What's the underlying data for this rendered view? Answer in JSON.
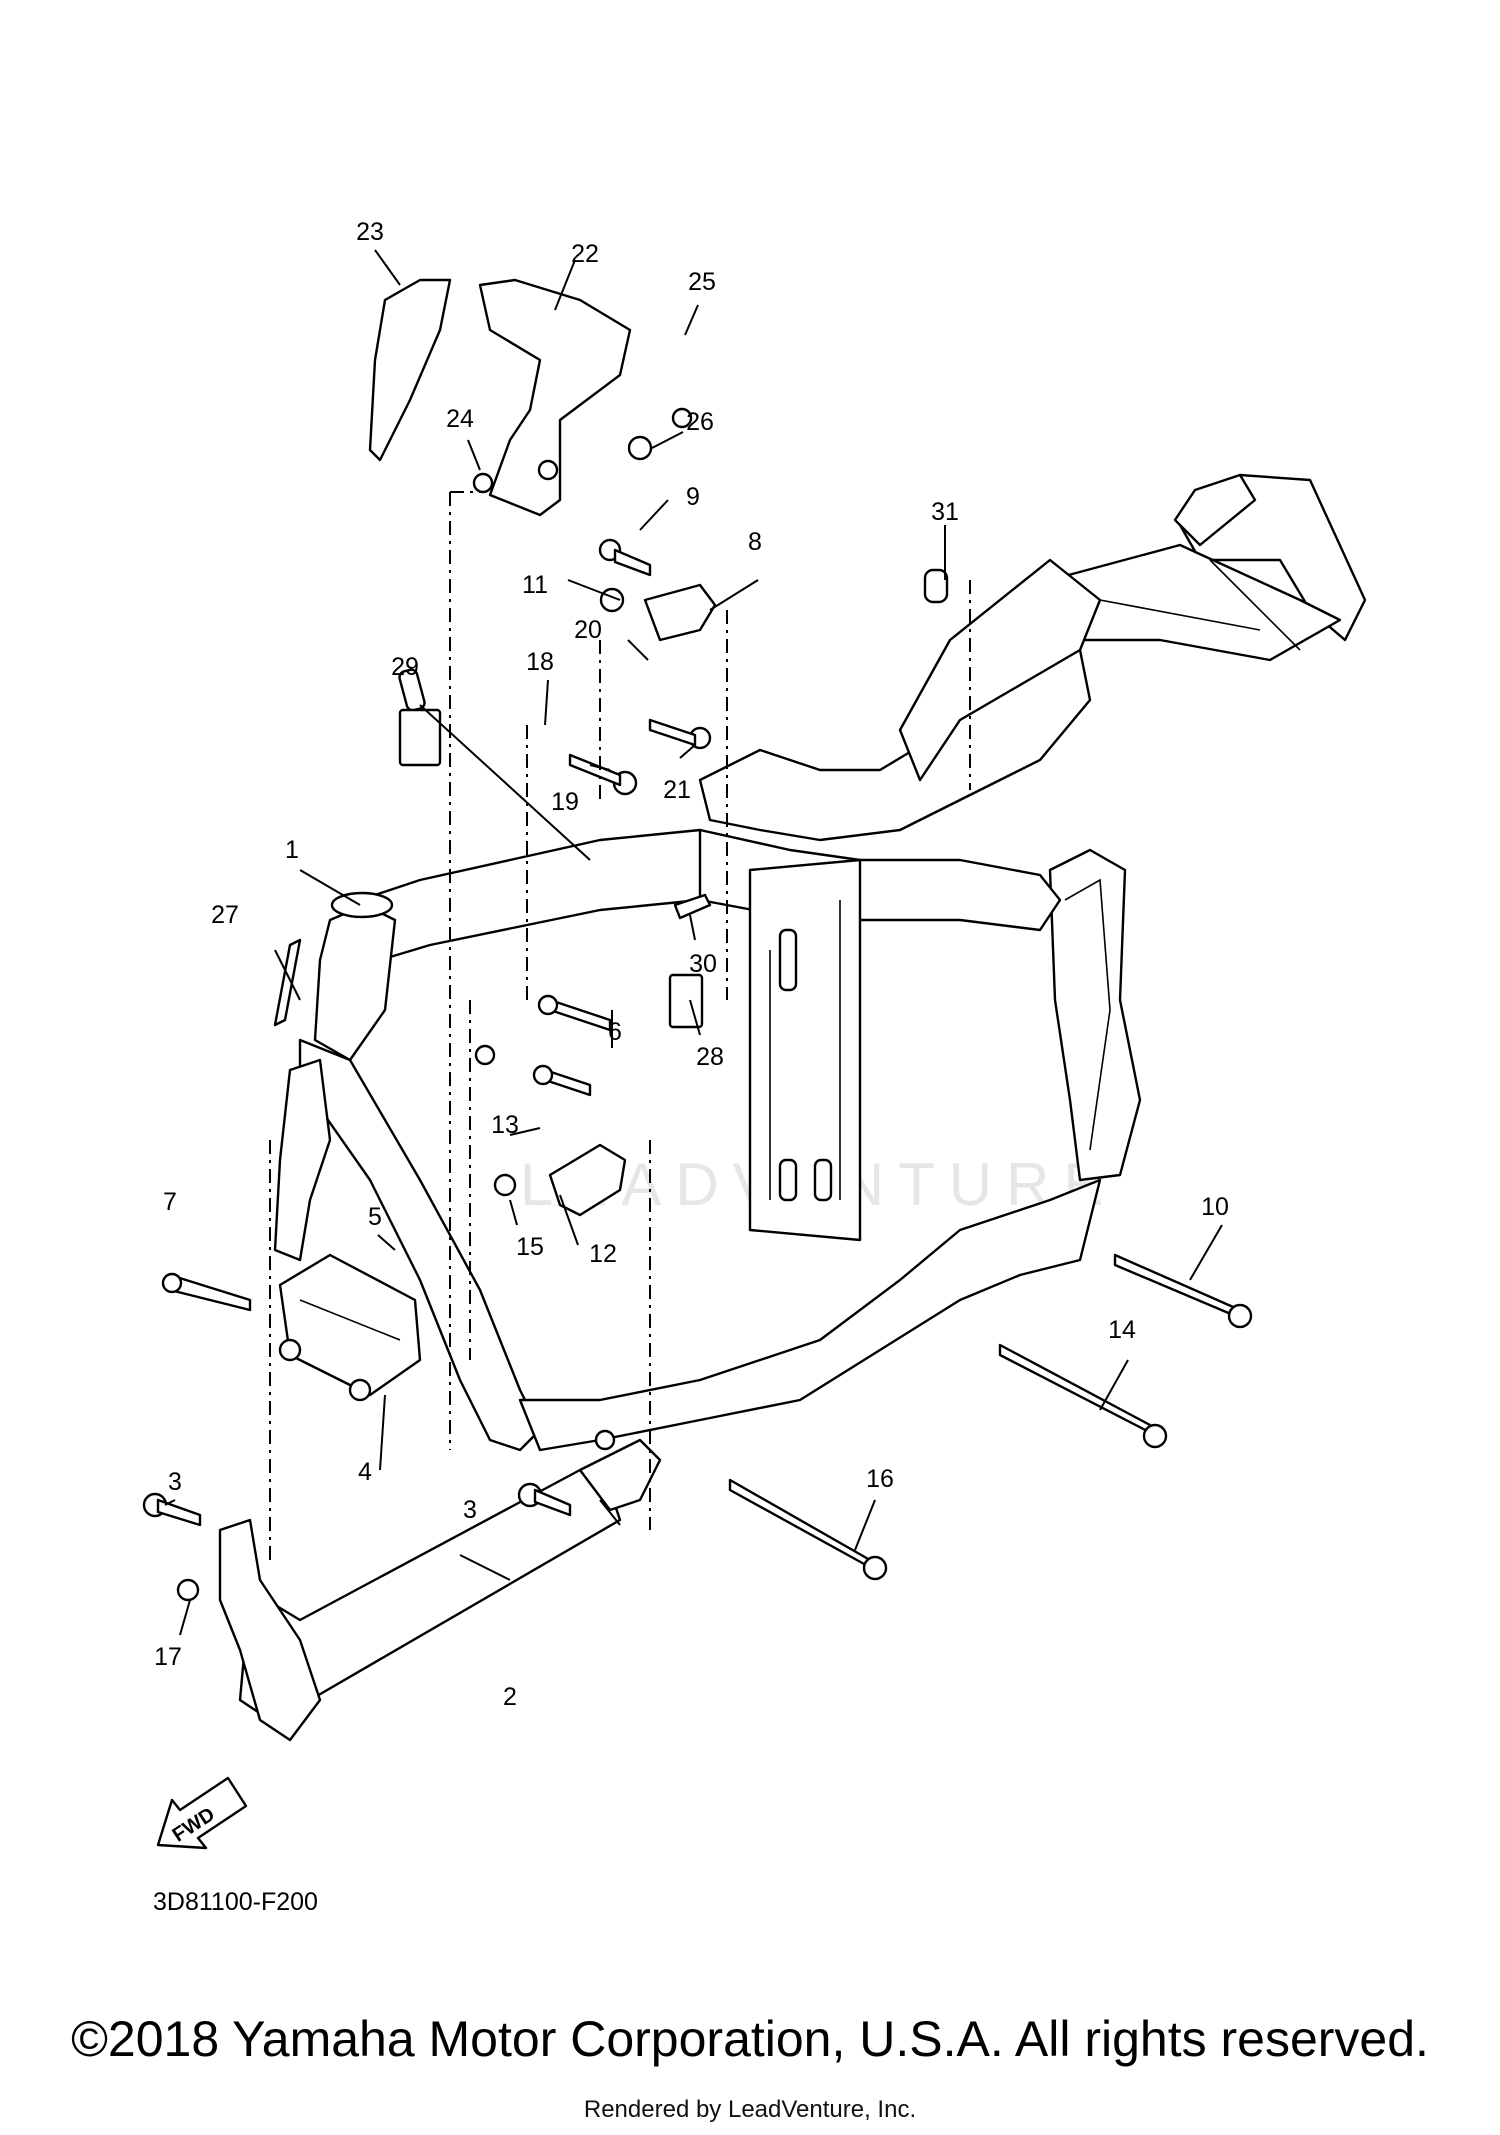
{
  "diagram": {
    "part_numbers": [
      "1",
      "2",
      "3",
      "3",
      "4",
      "5",
      "6",
      "7",
      "8",
      "9",
      "10",
      "11",
      "12",
      "13",
      "14",
      "15",
      "16",
      "17",
      "18",
      "19",
      "20",
      "21",
      "22",
      "23",
      "24",
      "25",
      "26",
      "27",
      "28",
      "29",
      "30",
      "31"
    ],
    "drawing_code": "3D81100-F200",
    "fwd_label": "FWD",
    "watermark": "LEADVENTURE"
  },
  "footer": {
    "copyright": "©2018 Yamaha Motor Corporation, U.S.A. All rights reserved.",
    "rendered_by": "Rendered by LeadVenture, Inc."
  }
}
